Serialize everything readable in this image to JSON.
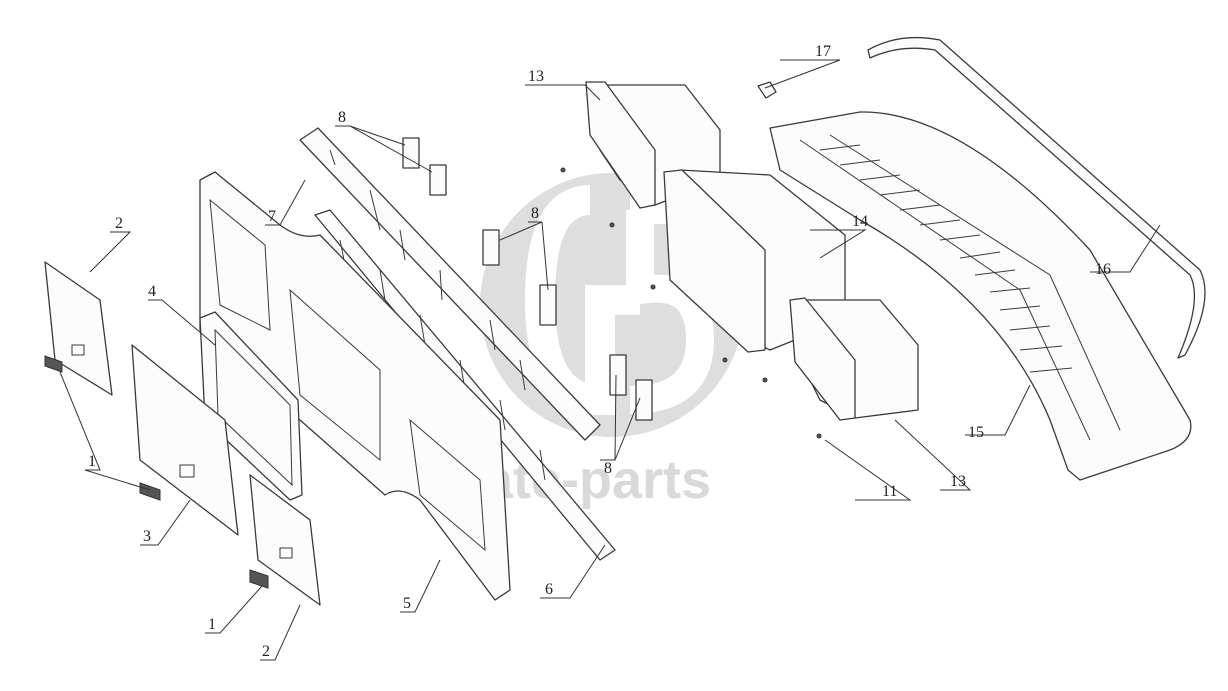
{
  "watermark": {
    "text": "gate-parts",
    "logo": "gate-parts-logo-icon",
    "color": "#d9d9d9"
  },
  "top_mark": "",
  "labels": {
    "l1a": "1",
    "l1b": "1",
    "l2a": "2",
    "l2b": "2",
    "l3": "3",
    "l4": "4",
    "l5": "5",
    "l6": "6",
    "l7": "7",
    "l8a": "8",
    "l8b": "8",
    "l8c": "8",
    "l11": "11",
    "l13a": "13",
    "l13b": "13",
    "l14": "14",
    "l15": "15",
    "l16": "16",
    "l17": "17"
  }
}
